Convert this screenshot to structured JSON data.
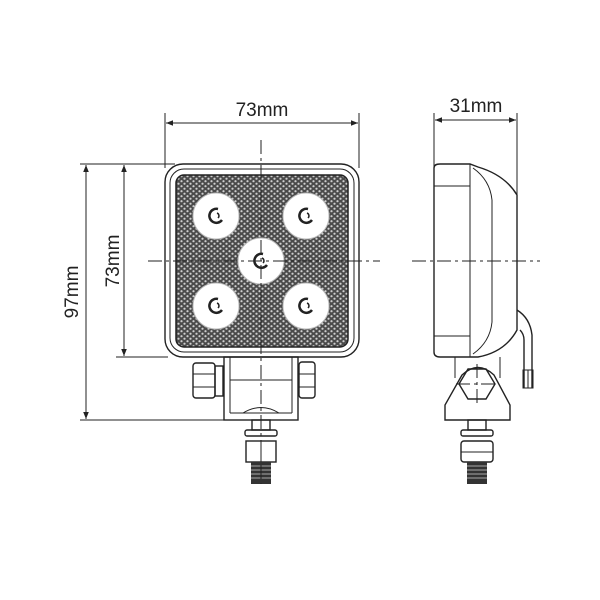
{
  "title": "",
  "dimensions": {
    "front_width": "73mm",
    "front_height": "73mm",
    "total_height": "97mm",
    "side_depth": "31mm"
  },
  "views": [
    "front",
    "side"
  ],
  "led_count": 5,
  "colors": {
    "line": "#222222",
    "lens": "#555555",
    "background": "#ffffff"
  }
}
